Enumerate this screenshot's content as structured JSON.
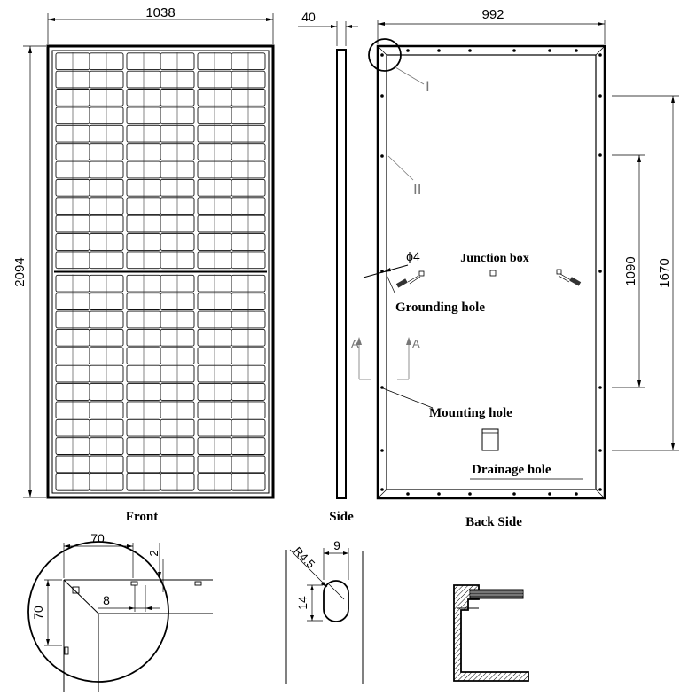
{
  "dims": {
    "front_width": "1038",
    "front_height": "2094",
    "side_thickness": "40",
    "back_width": "992",
    "mount_spacing": "1090",
    "outer_spacing": "1670",
    "hole_diameter": "ϕ4",
    "detail1_width": "70",
    "detail1_frame": "2",
    "detail1_offset": "8",
    "detail1_height": "70",
    "detail2_radius": "R4.5",
    "detail2_width": "9",
    "detail2_height": "14"
  },
  "labels": {
    "front": "Front",
    "side": "Side",
    "back": "Back Side",
    "junction_box": "Junction box",
    "grounding_hole": "Grounding hole",
    "mounting_hole": "Mounting hole",
    "drainage_hole": "Drainage hole",
    "detail_i": "I",
    "detail_ii": "II",
    "section_a_left": "A",
    "section_a_right": "A"
  },
  "panel": {
    "cell_columns": 6,
    "cell_rows_per_half": 12,
    "halves": 2
  }
}
